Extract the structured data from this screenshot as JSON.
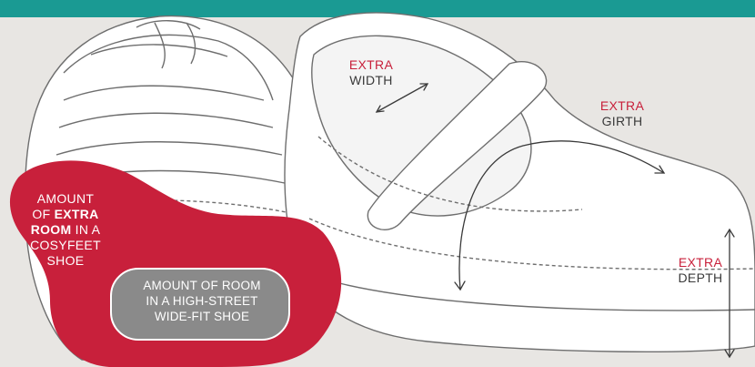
{
  "colors": {
    "top_bar": "#1a9a93",
    "background": "#e8e6e3",
    "accent_red": "#c8203b",
    "inner_grey": "#8a8a8a"
  },
  "labels": {
    "width": {
      "line1": "EXTRA",
      "line2": "WIDTH"
    },
    "girth": {
      "line1": "EXTRA",
      "line2": "GIRTH"
    },
    "depth": {
      "line1": "EXTRA",
      "line2": "DEPTH"
    }
  },
  "cosyfeet_callout": {
    "line1": "AMOUNT",
    "line2_pre": "OF ",
    "line2_bold": "EXTRA",
    "line3_bold": "ROOM",
    "line3_post": " IN A",
    "line4": "COSYFEET",
    "line5": "SHOE"
  },
  "highstreet_callout": {
    "line1": "AMOUNT OF ROOM",
    "line2": "IN A HIGH-STREET",
    "line3": "WIDE-FIT SHOE"
  }
}
